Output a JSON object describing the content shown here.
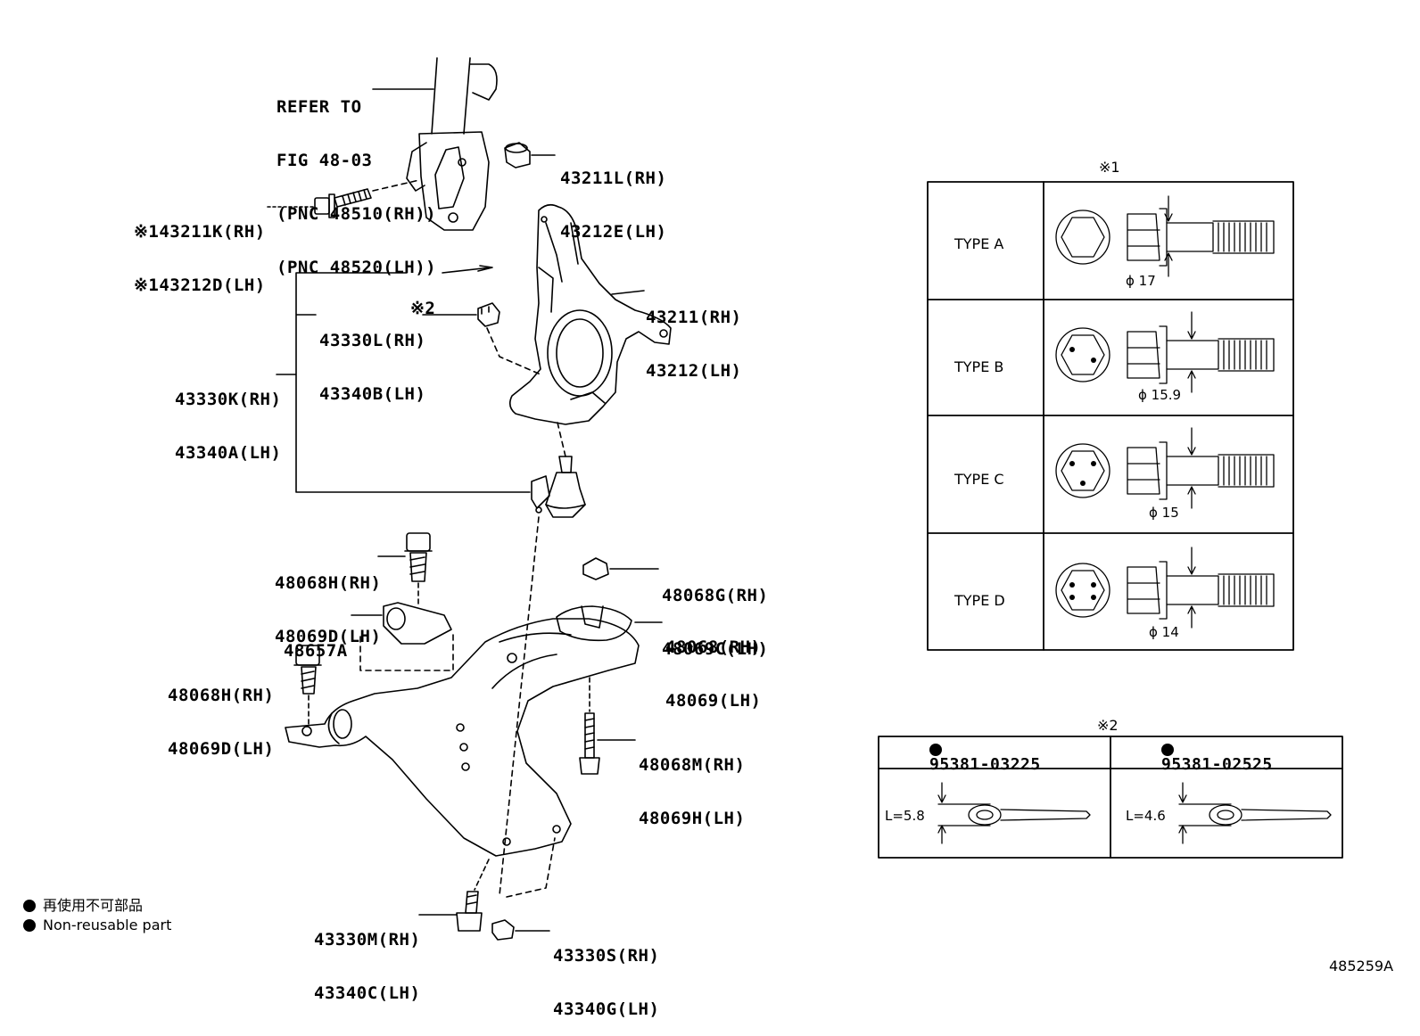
{
  "refer_note": [
    "REFER TO",
    "FIG 48-03",
    "(PNC 48510(RH))",
    "(PNC 48520(LH))"
  ],
  "parts": {
    "bolt_upper_nut": [
      "43211L(RH)",
      "43212E(LH)"
    ],
    "bolt_upper": [
      "※143211K(RH)",
      "※143212D(LH)"
    ],
    "knuckle": [
      "43211(RH)",
      "43212(LH)"
    ],
    "ref2_marker": "※2",
    "ball_joint_nut": [
      "43330L(RH)",
      "43340B(LH)"
    ],
    "ball_joint_assy": [
      "43330K(RH)",
      "43340A(LH)"
    ],
    "bolt_rear_top": [
      "48068H(RH)",
      "48069D(LH)"
    ],
    "nut_rear": [
      "48068G(RH)",
      "48069C(LH)"
    ],
    "bracket": "48657A",
    "bushing": [
      "48068(RH)",
      "48069(LH)"
    ],
    "bolt_front": [
      "48068H(RH)",
      "48069D(LH)"
    ],
    "bolt_rear_long": [
      "48068M(RH)",
      "48069H(LH)"
    ],
    "bolt_lower": [
      "43330M(RH)",
      "43340C(LH)"
    ],
    "nut_lower": [
      "43330S(RH)",
      "43340G(LH)"
    ]
  },
  "table1": {
    "title": "※1",
    "rows": [
      {
        "type": "TYPE A",
        "dim": "ϕ 17"
      },
      {
        "type": "TYPE B",
        "dim": "ϕ 15.9"
      },
      {
        "type": "TYPE C",
        "dim": "ϕ 15"
      },
      {
        "type": "TYPE D",
        "dim": "ϕ 14"
      }
    ]
  },
  "table2": {
    "title": "※2",
    "cols": [
      {
        "part": "95381-03225",
        "length": "L=5.8"
      },
      {
        "part": "95381-02525",
        "length": "L=4.6"
      }
    ]
  },
  "legend": {
    "jp": "再使用不可部品",
    "en": "Non-reusable part"
  },
  "figure_id": "485259A"
}
